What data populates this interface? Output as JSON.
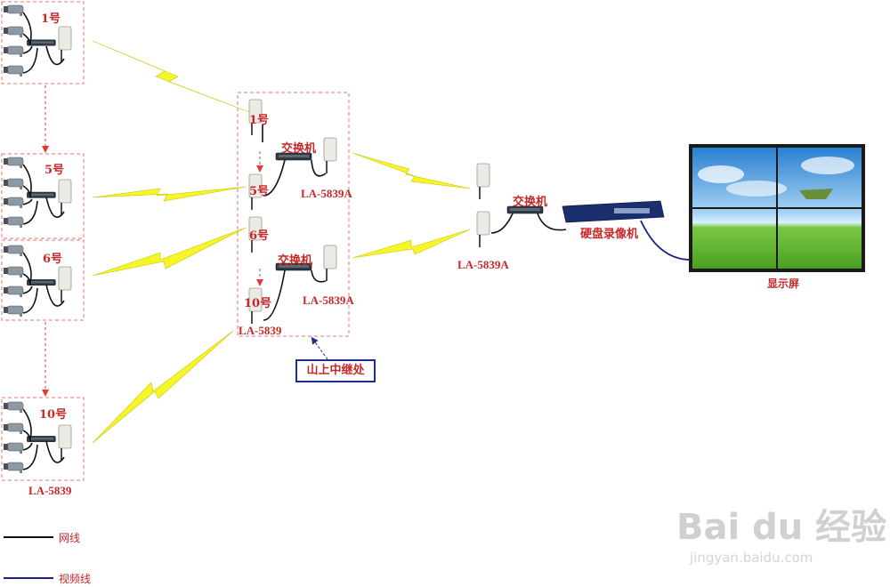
{
  "colors": {
    "network_cable": "#111111",
    "video_cable": "#1a237e",
    "wireless_link": "#f5f52a",
    "dashed_box": "#e57373",
    "label": "#c62828",
    "relay_box_border": "#1f2f8a"
  },
  "camera_groups": [
    {
      "label": "1号"
    },
    {
      "label": "5号"
    },
    {
      "label": "6号"
    },
    {
      "label": "10号",
      "model": "LA-5839"
    }
  ],
  "relay_station": {
    "node_labels": [
      "1号",
      "5号",
      "6号",
      "10号"
    ],
    "switch_label_top": "交换机",
    "switch_label_bottom": "交换机",
    "model_top": "LA-5839A",
    "model_bottom": "LA-5839A",
    "model_left": "LA-5839",
    "note": "山上中继处"
  },
  "receiver": {
    "switch_label": "交换机",
    "model": "LA-5839A",
    "dvr_label": "硬盘录像机",
    "display_label": "显示屏"
  },
  "legend": [
    {
      "label": "网线"
    },
    {
      "label": "视频线"
    }
  ],
  "watermark": {
    "brand": "Bai du 经验",
    "url": "jingyan.baidu.com"
  }
}
